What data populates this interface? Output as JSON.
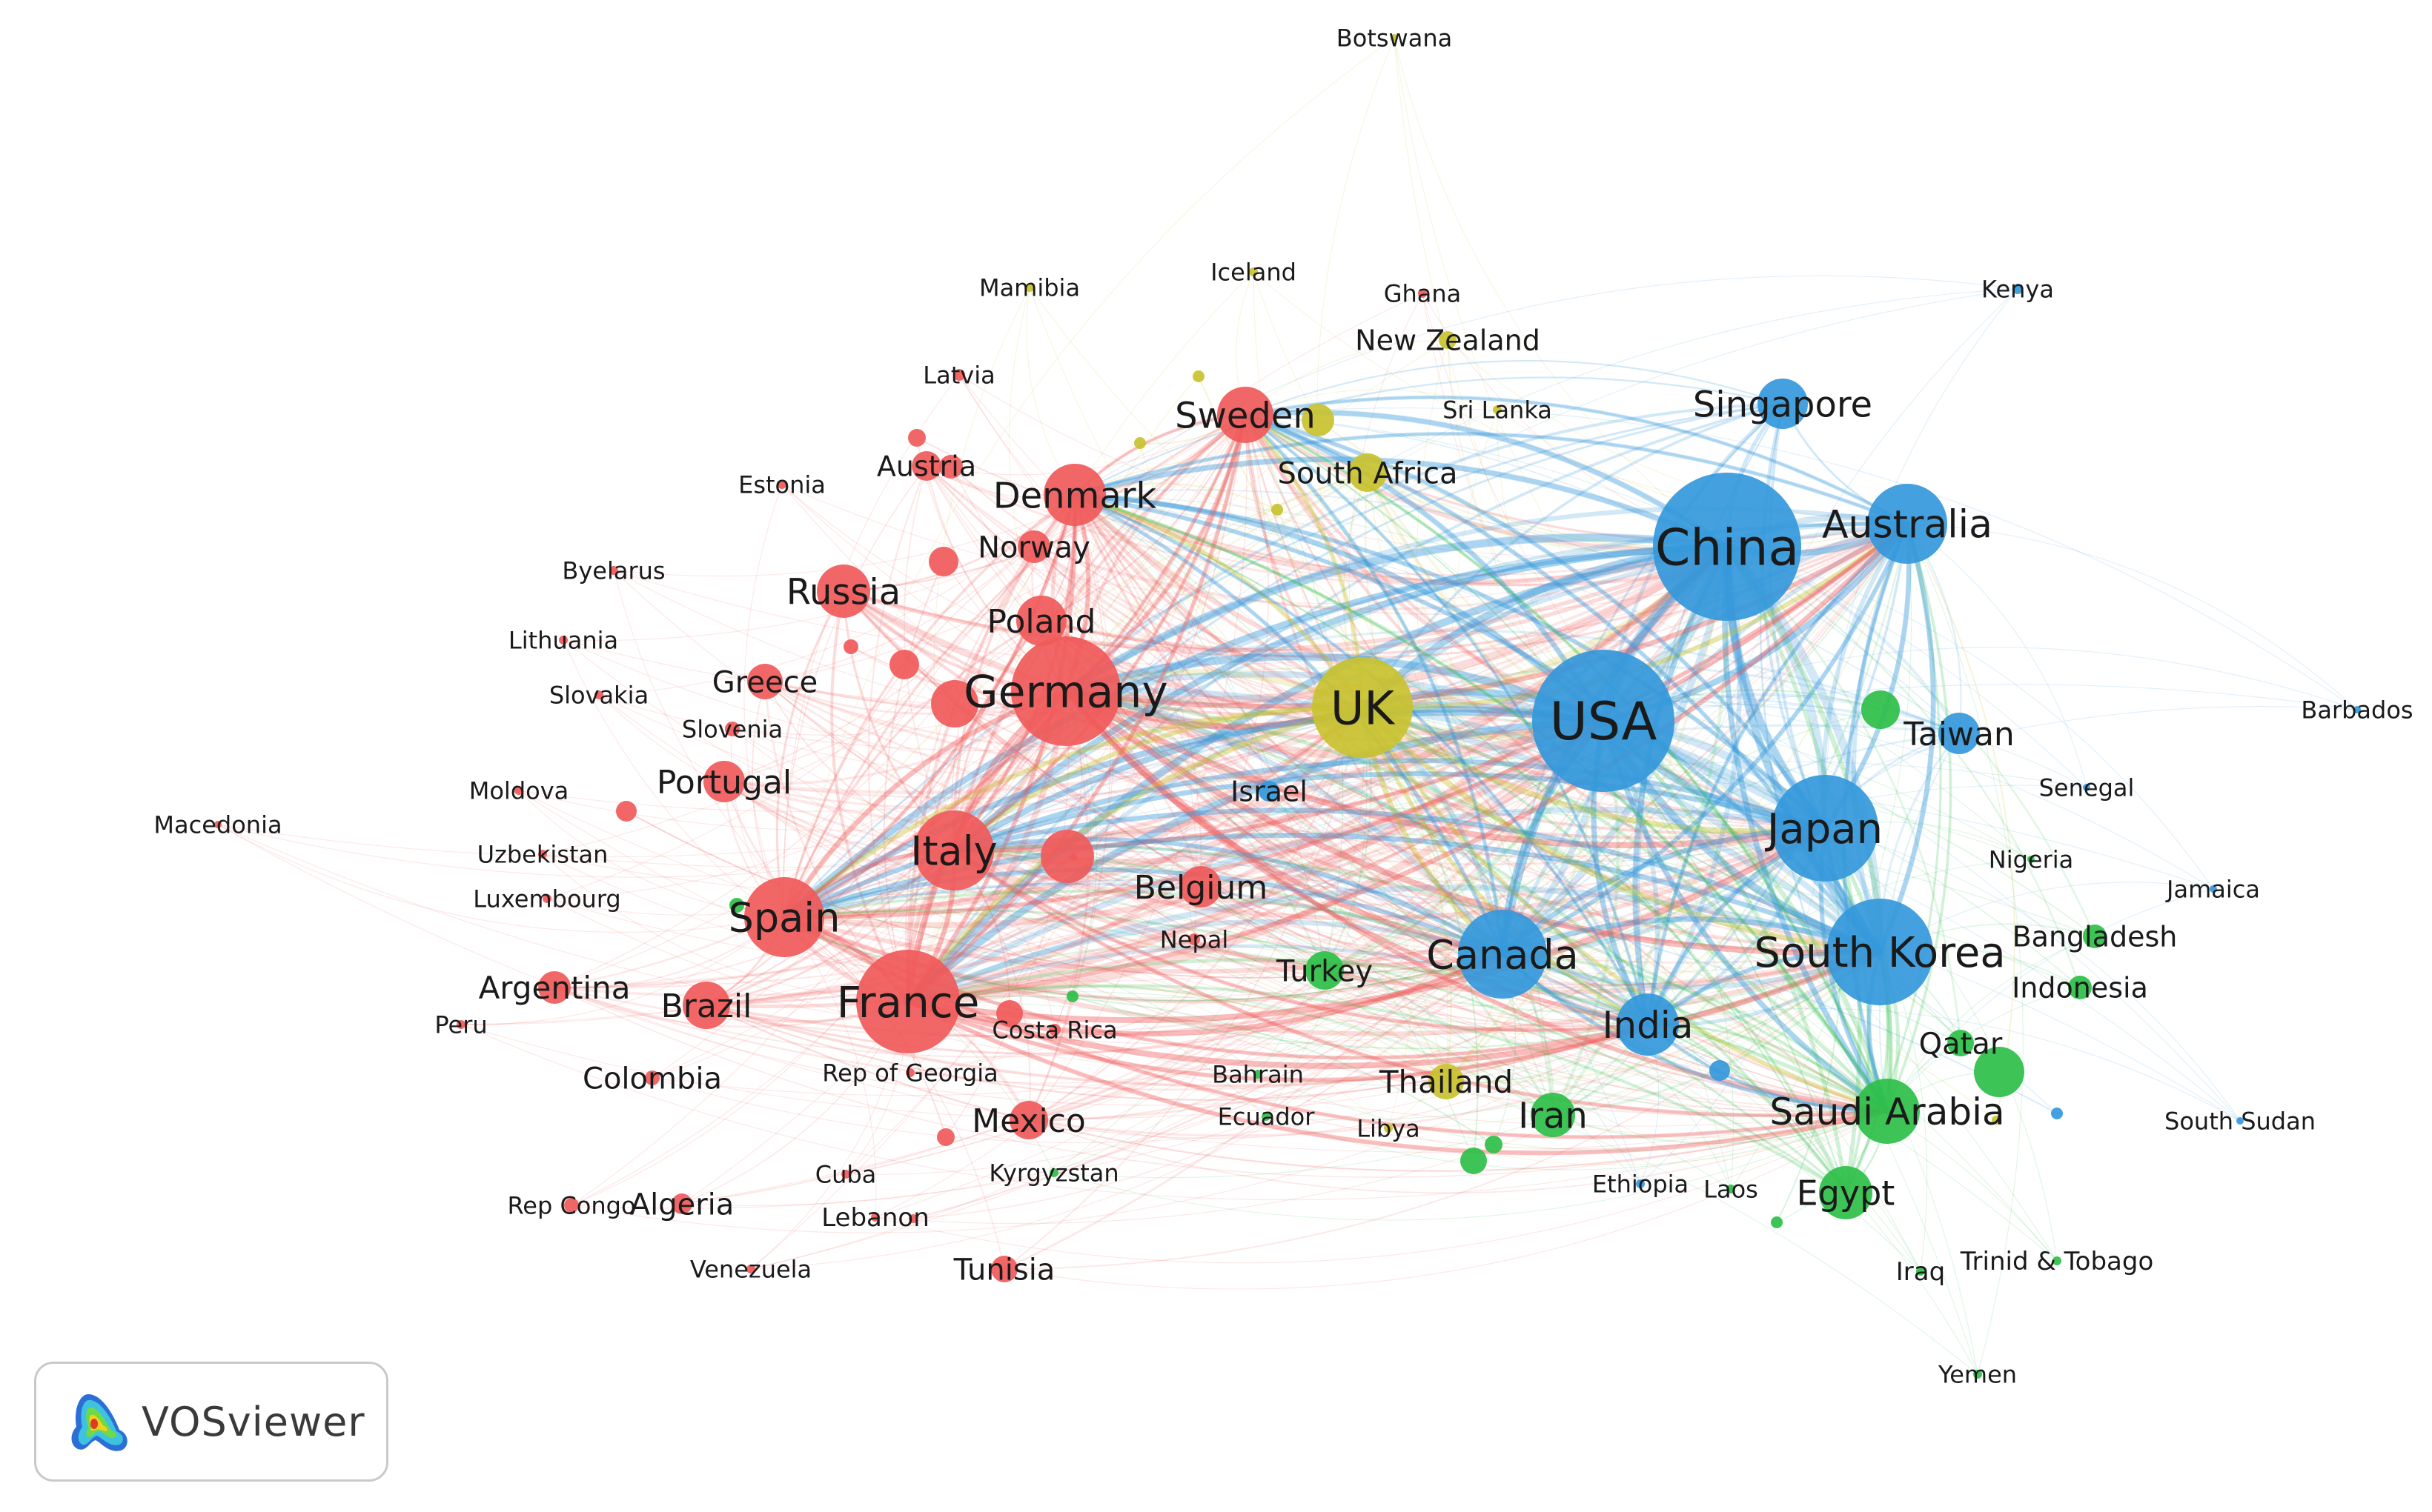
{
  "app": {
    "name": "VOSviewer"
  },
  "clusters": {
    "red": "#f05a5a",
    "blue": "#3498db",
    "green": "#2ebf48",
    "yellow": "#c9c230"
  },
  "nodes": [
    {
      "id": "botswana",
      "label": "Botswana",
      "cluster": "yellow"
    },
    {
      "id": "namibia",
      "label": "Mamibia",
      "cluster": "yellow"
    },
    {
      "id": "iceland",
      "label": "Iceland",
      "cluster": "yellow"
    },
    {
      "id": "ghana",
      "label": "Ghana",
      "cluster": "red"
    },
    {
      "id": "kenya",
      "label": "Kenya",
      "cluster": "blue"
    },
    {
      "id": "newzealand",
      "label": "New Zealand",
      "cluster": "yellow"
    },
    {
      "id": "latvia",
      "label": "Latvia",
      "cluster": "red"
    },
    {
      "id": "sweden",
      "label": "Sweden",
      "cluster": "red"
    },
    {
      "id": "srilanka",
      "label": "Sri Lanka",
      "cluster": "yellow"
    },
    {
      "id": "singapore",
      "label": "Singapore",
      "cluster": "blue"
    },
    {
      "id": "austria",
      "label": "Austria",
      "cluster": "red"
    },
    {
      "id": "southafrica",
      "label": "South Africa",
      "cluster": "yellow"
    },
    {
      "id": "estonia",
      "label": "Estonia",
      "cluster": "red"
    },
    {
      "id": "denmark",
      "label": "Denmark",
      "cluster": "red"
    },
    {
      "id": "china",
      "label": "China",
      "cluster": "blue"
    },
    {
      "id": "australia",
      "label": "Australia",
      "cluster": "blue"
    },
    {
      "id": "norway",
      "label": "Norway",
      "cluster": "red"
    },
    {
      "id": "byelarus",
      "label": "Byelarus",
      "cluster": "red"
    },
    {
      "id": "russia",
      "label": "Russia",
      "cluster": "red"
    },
    {
      "id": "poland",
      "label": "Poland",
      "cluster": "red"
    },
    {
      "id": "lithuania",
      "label": "Lithuania",
      "cluster": "red"
    },
    {
      "id": "greece",
      "label": "Greece",
      "cluster": "red"
    },
    {
      "id": "germany",
      "label": "Germany",
      "cluster": "red"
    },
    {
      "id": "uk",
      "label": "UK",
      "cluster": "yellow"
    },
    {
      "id": "usa",
      "label": "USA",
      "cluster": "blue"
    },
    {
      "id": "slovakia",
      "label": "Slovakia",
      "cluster": "red"
    },
    {
      "id": "barbados",
      "label": "Barbados",
      "cluster": "blue"
    },
    {
      "id": "slovenia",
      "label": "Slovenia",
      "cluster": "red"
    },
    {
      "id": "taiwan",
      "label": "Taiwan",
      "cluster": "blue"
    },
    {
      "id": "portugal",
      "label": "Portugal",
      "cluster": "red"
    },
    {
      "id": "moldova",
      "label": "Moldova",
      "cluster": "red"
    },
    {
      "id": "israel",
      "label": "Israel",
      "cluster": "blue"
    },
    {
      "id": "senegal",
      "label": "Senegal",
      "cluster": "blue"
    },
    {
      "id": "macedonia",
      "label": "Macedonia",
      "cluster": "red"
    },
    {
      "id": "japan",
      "label": "Japan",
      "cluster": "blue"
    },
    {
      "id": "uzbekistan",
      "label": "Uzbekistan",
      "cluster": "red"
    },
    {
      "id": "italy",
      "label": "Italy",
      "cluster": "red"
    },
    {
      "id": "nigeria",
      "label": "Nigeria",
      "cluster": "green"
    },
    {
      "id": "belgium",
      "label": "Belgium",
      "cluster": "red"
    },
    {
      "id": "jamaica",
      "label": "Jamaica",
      "cluster": "blue"
    },
    {
      "id": "luxembourg",
      "label": "Luxembourg",
      "cluster": "red"
    },
    {
      "id": "spain",
      "label": "Spain",
      "cluster": "red"
    },
    {
      "id": "bangladesh",
      "label": "Bangladesh",
      "cluster": "green"
    },
    {
      "id": "nepal",
      "label": "Nepal",
      "cluster": "red"
    },
    {
      "id": "southkorea",
      "label": "South Korea",
      "cluster": "blue"
    },
    {
      "id": "canada",
      "label": "Canada",
      "cluster": "blue"
    },
    {
      "id": "turkey",
      "label": "Turkey",
      "cluster": "green"
    },
    {
      "id": "argentina",
      "label": "Argentina",
      "cluster": "red"
    },
    {
      "id": "indonesia",
      "label": "Indonesia",
      "cluster": "green"
    },
    {
      "id": "france",
      "label": "France",
      "cluster": "red"
    },
    {
      "id": "brazil",
      "label": "Brazil",
      "cluster": "red"
    },
    {
      "id": "peru",
      "label": "Peru",
      "cluster": "red"
    },
    {
      "id": "costarica",
      "label": "Costa Rica",
      "cluster": "red"
    },
    {
      "id": "india",
      "label": "India",
      "cluster": "blue"
    },
    {
      "id": "qatar",
      "label": "Qatar",
      "cluster": "green"
    },
    {
      "id": "colombia",
      "label": "Colombia",
      "cluster": "red"
    },
    {
      "id": "repgeorgia",
      "label": "Rep of Georgia",
      "cluster": "red"
    },
    {
      "id": "bahrain",
      "label": "Bahrain",
      "cluster": "green"
    },
    {
      "id": "thailand",
      "label": "Thailand",
      "cluster": "yellow"
    },
    {
      "id": "mexico",
      "label": "Mexico",
      "cluster": "red"
    },
    {
      "id": "ecuador",
      "label": "Ecuador",
      "cluster": "green"
    },
    {
      "id": "iran",
      "label": "Iran",
      "cluster": "green"
    },
    {
      "id": "saudiarabia",
      "label": "Saudi Arabia",
      "cluster": "green"
    },
    {
      "id": "libya",
      "label": "Libya",
      "cluster": "yellow"
    },
    {
      "id": "southsudan",
      "label": "South Sudan",
      "cluster": "blue"
    },
    {
      "id": "cuba",
      "label": "Cuba",
      "cluster": "red"
    },
    {
      "id": "kyrgyzstan",
      "label": "Kyrgyzstan",
      "cluster": "green"
    },
    {
      "id": "ethiopia",
      "label": "Ethiopia",
      "cluster": "blue"
    },
    {
      "id": "laos",
      "label": "Laos",
      "cluster": "green"
    },
    {
      "id": "egypt",
      "label": "Egypt",
      "cluster": "green"
    },
    {
      "id": "repcongo",
      "label": "Rep Congo",
      "cluster": "red"
    },
    {
      "id": "algeria",
      "label": "Algeria",
      "cluster": "red"
    },
    {
      "id": "lebanon",
      "label": "Lebanon",
      "cluster": "red"
    },
    {
      "id": "trinidad",
      "label": "Trinid & Tobago",
      "cluster": "green"
    },
    {
      "id": "venezuela",
      "label": "Venezuela",
      "cluster": "red"
    },
    {
      "id": "tunisia",
      "label": "Tunisia",
      "cluster": "red"
    },
    {
      "id": "iraq",
      "label": "Iraq",
      "cluster": "green"
    },
    {
      "id": "yemen",
      "label": "Yemen",
      "cluster": "green"
    }
  ]
}
